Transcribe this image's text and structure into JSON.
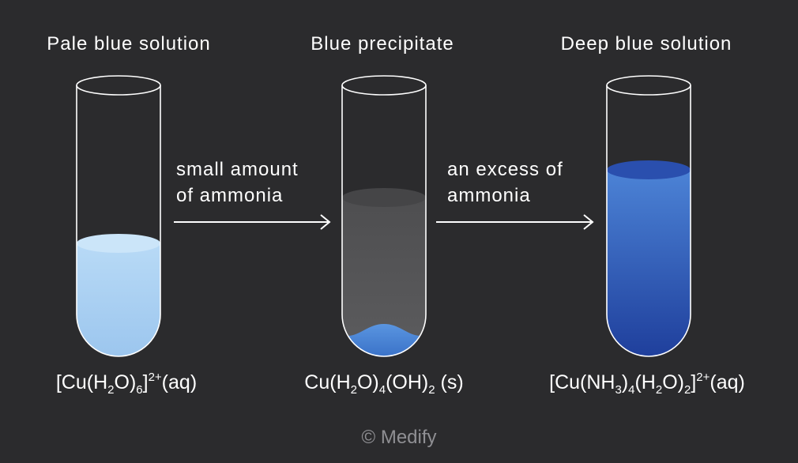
{
  "colors": {
    "background": "#2b2b2d",
    "glass": "#ffffff",
    "pale_blue": "#a9cff1",
    "precipitate_grey": "#545456",
    "precipitate_blue": "#4a86d8",
    "deep_blue": "#2f5cc0",
    "credit_text": "#8f8f93"
  },
  "tubes": [
    {
      "title": "Pale blue solution",
      "formula": {
        "parts": [
          "[Cu(H",
          "2",
          "O)",
          "6",
          "]",
          "2+",
          "(aq)"
        ],
        "kinds": [
          "t",
          "sub",
          "t",
          "sub",
          "t",
          "sup",
          "t"
        ]
      },
      "contents": "pale blue solution"
    },
    {
      "title": "Blue precipitate",
      "formula": {
        "parts": [
          "Cu(H",
          "2",
          "O)",
          "4",
          "(OH)",
          "2",
          " (s)"
        ],
        "kinds": [
          "t",
          "sub",
          "t",
          "sub",
          "t",
          "sub",
          "t"
        ]
      },
      "contents": "grey liquid with blue precipitate at bottom"
    },
    {
      "title": "Deep blue solution",
      "formula": {
        "parts": [
          "[Cu(NH",
          "3",
          ")",
          "4",
          "(H",
          "2",
          "O)",
          "2",
          "]",
          "2+",
          "(aq)"
        ],
        "kinds": [
          "t",
          "sub",
          "t",
          "sub",
          "t",
          "sub",
          "t",
          "sub",
          "t",
          "sup",
          "t"
        ]
      },
      "contents": "deep blue solution"
    }
  ],
  "steps": [
    {
      "line1": "small amount",
      "line2": "of ammonia"
    },
    {
      "line1": "an excess of",
      "line2": "ammonia"
    }
  ],
  "credit": "© Medify"
}
